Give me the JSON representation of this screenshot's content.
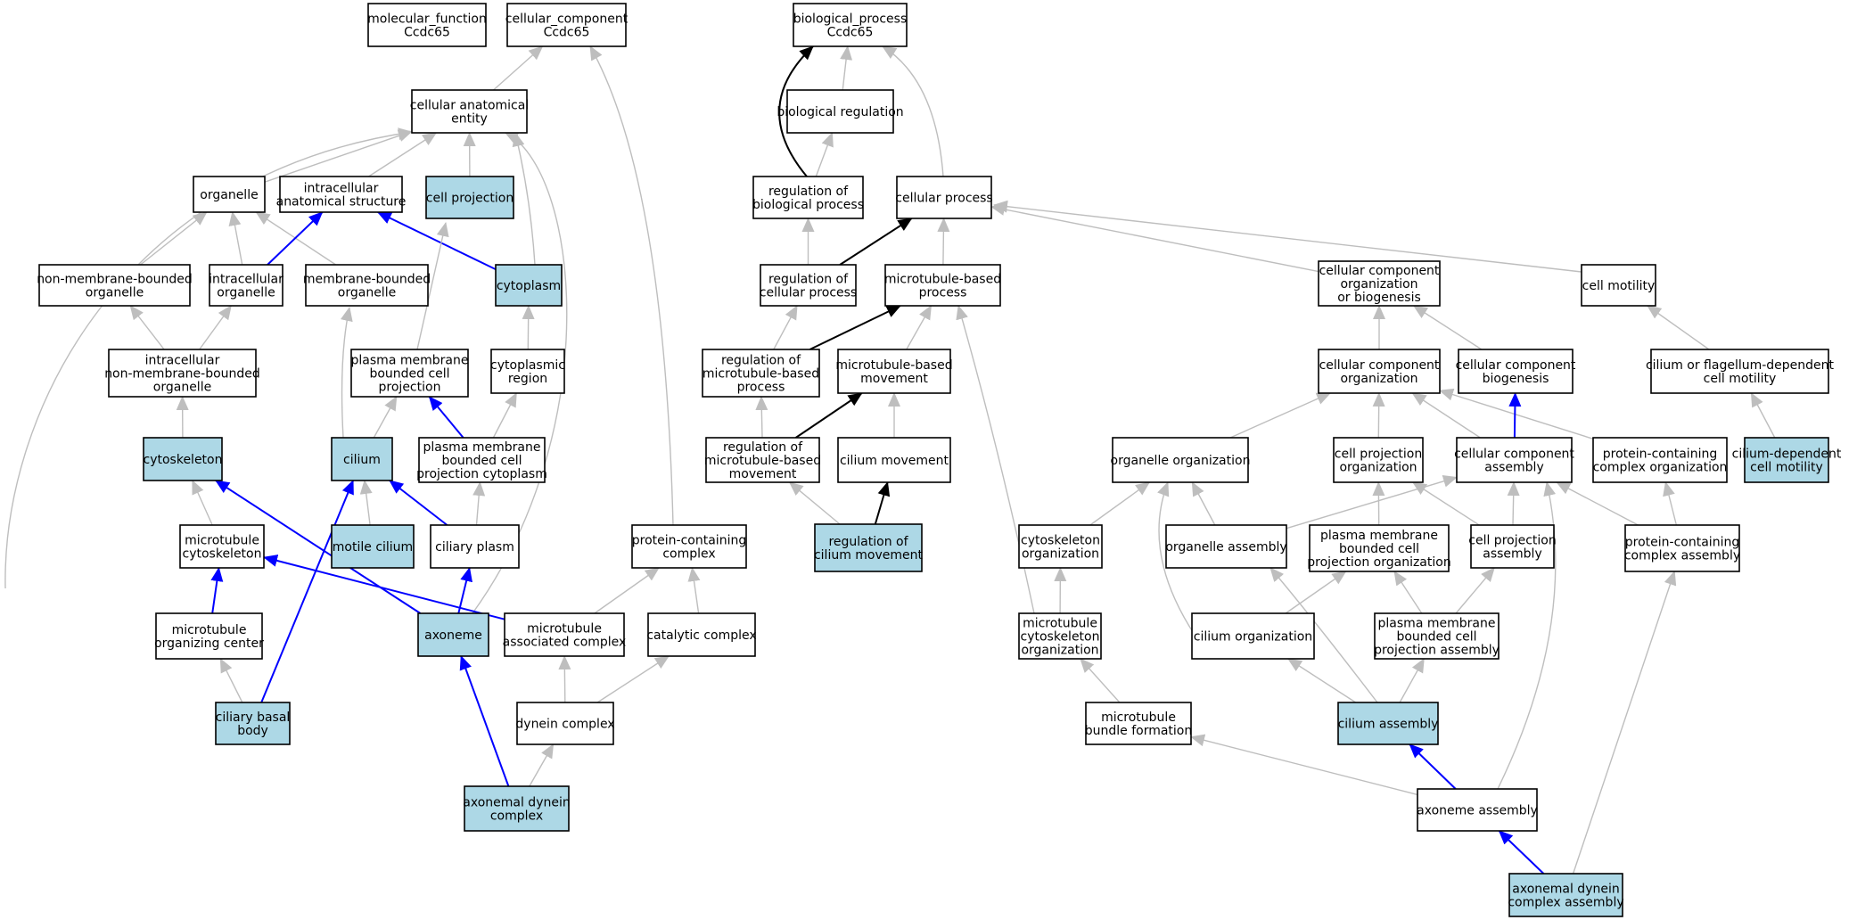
{
  "colors": {
    "highlight_fill": "#add8e6",
    "plain_fill": "#ffffff",
    "is_a_edge": "#bebebe",
    "part_of_edge": "#0000ff",
    "regulates_edge": "#000000"
  },
  "nodes": [
    {
      "id": "mf",
      "lines": [
        "molecular_function",
        "Ccdc65"
      ],
      "highlight": false
    },
    {
      "id": "cc",
      "lines": [
        "cellular_component",
        "Ccdc65"
      ],
      "highlight": false
    },
    {
      "id": "bp",
      "lines": [
        "biological_process",
        "Ccdc65"
      ],
      "highlight": false
    },
    {
      "id": "cae",
      "lines": [
        "cellular anatomical",
        "entity"
      ],
      "highlight": false
    },
    {
      "id": "org",
      "lines": [
        "organelle"
      ],
      "highlight": false
    },
    {
      "id": "ias",
      "lines": [
        "intracellular",
        "anatomical structure"
      ],
      "highlight": false
    },
    {
      "id": "cproj",
      "lines": [
        "cell projection"
      ],
      "highlight": true
    },
    {
      "id": "nmbo",
      "lines": [
        "non-membrane-bounded",
        "organelle"
      ],
      "highlight": false
    },
    {
      "id": "io",
      "lines": [
        "intracellular",
        "organelle"
      ],
      "highlight": false
    },
    {
      "id": "mbo",
      "lines": [
        "membrane-bounded",
        "organelle"
      ],
      "highlight": false
    },
    {
      "id": "cyto",
      "lines": [
        "cytoplasm"
      ],
      "highlight": true
    },
    {
      "id": "inmbo",
      "lines": [
        "intracellular",
        "non-membrane-bounded",
        "organelle"
      ],
      "highlight": false
    },
    {
      "id": "pmbcp",
      "lines": [
        "plasma membrane",
        "bounded cell",
        "projection"
      ],
      "highlight": false
    },
    {
      "id": "cregion",
      "lines": [
        "cytoplasmic",
        "region"
      ],
      "highlight": false
    },
    {
      "id": "cytosk",
      "lines": [
        "cytoskeleton"
      ],
      "highlight": true
    },
    {
      "id": "cilium",
      "lines": [
        "cilium"
      ],
      "highlight": true
    },
    {
      "id": "pmbcpc",
      "lines": [
        "plasma membrane",
        "bounded cell",
        "projection cytoplasm"
      ],
      "highlight": false
    },
    {
      "id": "mtcs",
      "lines": [
        "microtubule",
        "cytoskeleton"
      ],
      "highlight": false
    },
    {
      "id": "motile",
      "lines": [
        "motile cilium"
      ],
      "highlight": true
    },
    {
      "id": "cplasm",
      "lines": [
        "ciliary plasm"
      ],
      "highlight": false
    },
    {
      "id": "pcc",
      "lines": [
        "protein-containing",
        "complex"
      ],
      "highlight": false
    },
    {
      "id": "moc",
      "lines": [
        "microtubule",
        "organizing center"
      ],
      "highlight": false
    },
    {
      "id": "axoneme",
      "lines": [
        "axoneme"
      ],
      "highlight": true
    },
    {
      "id": "mac",
      "lines": [
        "microtubule",
        "associated complex"
      ],
      "highlight": false
    },
    {
      "id": "catc",
      "lines": [
        "catalytic complex"
      ],
      "highlight": false
    },
    {
      "id": "cbb",
      "lines": [
        "ciliary basal",
        "body"
      ],
      "highlight": true
    },
    {
      "id": "dynein",
      "lines": [
        "dynein complex"
      ],
      "highlight": false
    },
    {
      "id": "adc",
      "lines": [
        "axonemal dynein",
        "complex"
      ],
      "highlight": true
    },
    {
      "id": "breg",
      "lines": [
        "biological regulation"
      ],
      "highlight": false
    },
    {
      "id": "rbp",
      "lines": [
        "regulation of",
        "biological process"
      ],
      "highlight": false
    },
    {
      "id": "cp",
      "lines": [
        "cellular process"
      ],
      "highlight": false
    },
    {
      "id": "rcp",
      "lines": [
        "regulation of",
        "cellular process"
      ],
      "highlight": false
    },
    {
      "id": "mbp",
      "lines": [
        "microtubule-based",
        "process"
      ],
      "highlight": false
    },
    {
      "id": "ccob",
      "lines": [
        "cellular component",
        "organization",
        "or biogenesis"
      ],
      "highlight": false
    },
    {
      "id": "cmot",
      "lines": [
        "cell motility"
      ],
      "highlight": false
    },
    {
      "id": "rmbp",
      "lines": [
        "regulation of",
        "microtubule-based",
        "process"
      ],
      "highlight": false
    },
    {
      "id": "mbm",
      "lines": [
        "microtubule-based",
        "movement"
      ],
      "highlight": false
    },
    {
      "id": "cco",
      "lines": [
        "cellular component",
        "organization"
      ],
      "highlight": false
    },
    {
      "id": "ccb",
      "lines": [
        "cellular component",
        "biogenesis"
      ],
      "highlight": false
    },
    {
      "id": "cfdm",
      "lines": [
        "cilium or flagellum-dependent",
        "cell motility"
      ],
      "highlight": false
    },
    {
      "id": "rmbm",
      "lines": [
        "regulation of",
        "microtubule-based",
        "movement"
      ],
      "highlight": false
    },
    {
      "id": "cmove",
      "lines": [
        "cilium movement"
      ],
      "highlight": false
    },
    {
      "id": "oo",
      "lines": [
        "organelle organization"
      ],
      "highlight": false
    },
    {
      "id": "cpo",
      "lines": [
        "cell projection",
        "organization"
      ],
      "highlight": false
    },
    {
      "id": "cca",
      "lines": [
        "cellular component",
        "assembly"
      ],
      "highlight": false
    },
    {
      "id": "pcco",
      "lines": [
        "protein-containing",
        "complex organization"
      ],
      "highlight": false
    },
    {
      "id": "cdcm",
      "lines": [
        "cilium-dependent",
        "cell motility"
      ],
      "highlight": true
    },
    {
      "id": "rcm",
      "lines": [
        "regulation of",
        "cilium movement"
      ],
      "highlight": true
    },
    {
      "id": "cso",
      "lines": [
        "cytoskeleton",
        "organization"
      ],
      "highlight": false
    },
    {
      "id": "oa",
      "lines": [
        "organelle assembly"
      ],
      "highlight": false
    },
    {
      "id": "pmbcpo",
      "lines": [
        "plasma membrane",
        "bounded cell",
        "projection organization"
      ],
      "highlight": false
    },
    {
      "id": "cpa",
      "lines": [
        "cell projection",
        "assembly"
      ],
      "highlight": false
    },
    {
      "id": "pcca",
      "lines": [
        "protein-containing",
        "complex assembly"
      ],
      "highlight": false
    },
    {
      "id": "mtcso",
      "lines": [
        "microtubule",
        "cytoskeleton",
        "organization"
      ],
      "highlight": false
    },
    {
      "id": "corg",
      "lines": [
        "cilium organization"
      ],
      "highlight": false
    },
    {
      "id": "pmbcpa",
      "lines": [
        "plasma membrane",
        "bounded cell",
        "projection assembly"
      ],
      "highlight": false
    },
    {
      "id": "mbf",
      "lines": [
        "microtubule",
        "bundle formation"
      ],
      "highlight": false
    },
    {
      "id": "ca",
      "lines": [
        "cilium assembly"
      ],
      "highlight": true
    },
    {
      "id": "axa",
      "lines": [
        "axoneme assembly"
      ],
      "highlight": false
    },
    {
      "id": "adca",
      "lines": [
        "axonemal dynein",
        "complex assembly"
      ],
      "highlight": true
    }
  ],
  "edges": [
    {
      "from": "cae",
      "to": "cc",
      "type": "is_a"
    },
    {
      "from": "pcc",
      "to": "cc",
      "type": "is_a"
    },
    {
      "from": "org",
      "to": "cae",
      "type": "is_a"
    },
    {
      "from": "ias",
      "to": "cae",
      "type": "is_a"
    },
    {
      "from": "cproj",
      "to": "cae",
      "type": "is_a"
    },
    {
      "from": "cyto",
      "to": "cae",
      "type": "is_a"
    },
    {
      "from": "moc",
      "to": "cae",
      "type": "is_a"
    },
    {
      "from": "axoneme",
      "to": "cae",
      "type": "is_a"
    },
    {
      "from": "nmbo",
      "to": "org",
      "type": "is_a"
    },
    {
      "from": "io",
      "to": "org",
      "type": "is_a"
    },
    {
      "from": "mbo",
      "to": "org",
      "type": "is_a"
    },
    {
      "from": "io",
      "to": "ias",
      "type": "part_of"
    },
    {
      "from": "cyto",
      "to": "ias",
      "type": "part_of"
    },
    {
      "from": "inmbo",
      "to": "nmbo",
      "type": "is_a"
    },
    {
      "from": "inmbo",
      "to": "io",
      "type": "is_a"
    },
    {
      "from": "pmbcp",
      "to": "cproj",
      "type": "is_a"
    },
    {
      "from": "cilium",
      "to": "mbo",
      "type": "is_a"
    },
    {
      "from": "cregion",
      "to": "cyto",
      "type": "is_a"
    },
    {
      "from": "cytosk",
      "to": "inmbo",
      "type": "is_a"
    },
    {
      "from": "cilium",
      "to": "pmbcp",
      "type": "is_a"
    },
    {
      "from": "pmbcpc",
      "to": "pmbcp",
      "type": "part_of"
    },
    {
      "from": "pmbcpc",
      "to": "cregion",
      "type": "is_a"
    },
    {
      "from": "mtcs",
      "to": "cytosk",
      "type": "is_a"
    },
    {
      "from": "axoneme",
      "to": "cytosk",
      "type": "part_of"
    },
    {
      "from": "motile",
      "to": "cilium",
      "type": "is_a"
    },
    {
      "from": "cplasm",
      "to": "cilium",
      "type": "part_of"
    },
    {
      "from": "cbb",
      "to": "cilium",
      "type": "part_of"
    },
    {
      "from": "cplasm",
      "to": "pmbcpc",
      "type": "is_a"
    },
    {
      "from": "moc",
      "to": "mtcs",
      "type": "part_of"
    },
    {
      "from": "mac",
      "to": "mtcs",
      "type": "part_of"
    },
    {
      "from": "axoneme",
      "to": "cplasm",
      "type": "part_of"
    },
    {
      "from": "mac",
      "to": "pcc",
      "type": "is_a"
    },
    {
      "from": "catc",
      "to": "pcc",
      "type": "is_a"
    },
    {
      "from": "cbb",
      "to": "moc",
      "type": "is_a"
    },
    {
      "from": "adc",
      "to": "axoneme",
      "type": "part_of"
    },
    {
      "from": "dynein",
      "to": "mac",
      "type": "is_a"
    },
    {
      "from": "dynein",
      "to": "catc",
      "type": "is_a"
    },
    {
      "from": "adc",
      "to": "dynein",
      "type": "is_a"
    },
    {
      "from": "breg",
      "to": "bp",
      "type": "is_a"
    },
    {
      "from": "rbp",
      "to": "bp",
      "type": "regulates"
    },
    {
      "from": "cp",
      "to": "bp",
      "type": "is_a"
    },
    {
      "from": "rbp",
      "to": "breg",
      "type": "is_a"
    },
    {
      "from": "rcp",
      "to": "rbp",
      "type": "is_a"
    },
    {
      "from": "rcp",
      "to": "cp",
      "type": "regulates"
    },
    {
      "from": "mbp",
      "to": "cp",
      "type": "is_a"
    },
    {
      "from": "ccob",
      "to": "cp",
      "type": "is_a"
    },
    {
      "from": "cmot",
      "to": "cp",
      "type": "is_a"
    },
    {
      "from": "rmbp",
      "to": "rcp",
      "type": "is_a"
    },
    {
      "from": "rmbp",
      "to": "mbp",
      "type": "regulates"
    },
    {
      "from": "mbm",
      "to": "mbp",
      "type": "is_a"
    },
    {
      "from": "mtcso",
      "to": "mbp",
      "type": "is_a"
    },
    {
      "from": "cco",
      "to": "ccob",
      "type": "is_a"
    },
    {
      "from": "ccb",
      "to": "ccob",
      "type": "is_a"
    },
    {
      "from": "cfdm",
      "to": "cmot",
      "type": "is_a"
    },
    {
      "from": "rmbm",
      "to": "rmbp",
      "type": "is_a"
    },
    {
      "from": "rmbm",
      "to": "mbm",
      "type": "regulates"
    },
    {
      "from": "cmove",
      "to": "mbm",
      "type": "is_a"
    },
    {
      "from": "oo",
      "to": "cco",
      "type": "is_a"
    },
    {
      "from": "cpo",
      "to": "cco",
      "type": "is_a"
    },
    {
      "from": "cca",
      "to": "cco",
      "type": "is_a"
    },
    {
      "from": "pcco",
      "to": "cco",
      "type": "is_a"
    },
    {
      "from": "cca",
      "to": "ccb",
      "type": "part_of"
    },
    {
      "from": "cdcm",
      "to": "cfdm",
      "type": "is_a"
    },
    {
      "from": "rcm",
      "to": "rmbm",
      "type": "is_a"
    },
    {
      "from": "rcm",
      "to": "cmove",
      "type": "regulates"
    },
    {
      "from": "cso",
      "to": "oo",
      "type": "is_a"
    },
    {
      "from": "oa",
      "to": "oo",
      "type": "is_a"
    },
    {
      "from": "corg",
      "to": "oo",
      "type": "is_a"
    },
    {
      "from": "pmbcpo",
      "to": "cpo",
      "type": "is_a"
    },
    {
      "from": "cpa",
      "to": "cpo",
      "type": "is_a"
    },
    {
      "from": "oa",
      "to": "cca",
      "type": "is_a"
    },
    {
      "from": "cpa",
      "to": "cca",
      "type": "is_a"
    },
    {
      "from": "pcca",
      "to": "cca",
      "type": "is_a"
    },
    {
      "from": "axa",
      "to": "cca",
      "type": "is_a"
    },
    {
      "from": "pcca",
      "to": "pcco",
      "type": "is_a"
    },
    {
      "from": "mtcso",
      "to": "cso",
      "type": "is_a"
    },
    {
      "from": "ca",
      "to": "oa",
      "type": "is_a"
    },
    {
      "from": "corg",
      "to": "pmbcpo",
      "type": "is_a"
    },
    {
      "from": "pmbcpa",
      "to": "pmbcpo",
      "type": "is_a"
    },
    {
      "from": "pmbcpa",
      "to": "cpa",
      "type": "is_a"
    },
    {
      "from": "adca",
      "to": "pcca",
      "type": "is_a"
    },
    {
      "from": "mbf",
      "to": "mtcso",
      "type": "is_a"
    },
    {
      "from": "ca",
      "to": "corg",
      "type": "is_a"
    },
    {
      "from": "ca",
      "to": "pmbcpa",
      "type": "is_a"
    },
    {
      "from": "axa",
      "to": "mbf",
      "type": "is_a"
    },
    {
      "from": "axa",
      "to": "ca",
      "type": "part_of"
    },
    {
      "from": "adca",
      "to": "axa",
      "type": "part_of"
    }
  ]
}
